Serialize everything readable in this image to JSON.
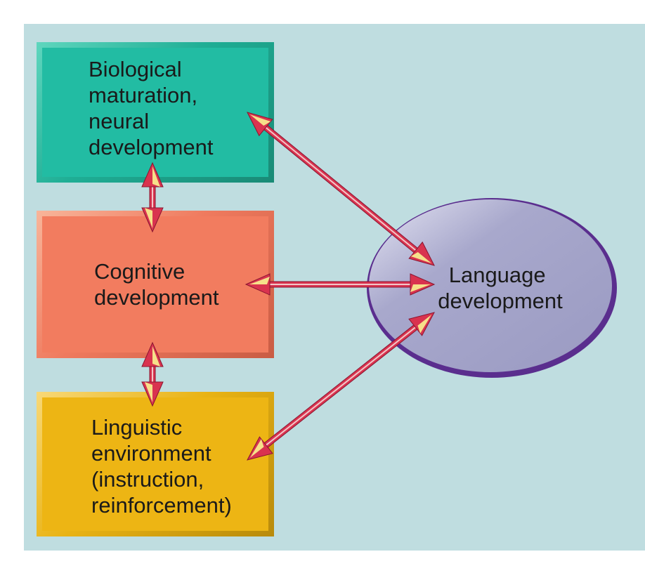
{
  "diagram": {
    "nodes": {
      "biological": {
        "label": "Biological\nmaturation,\nneural\ndevelopment",
        "color": "#22bca3"
      },
      "cognitive": {
        "label": "Cognitive\ndevelopment",
        "color": "#f27c5f"
      },
      "linguistic": {
        "label": "Linguistic\nenvironment\n(instruction,\nreinforcement)",
        "color": "#edb514"
      },
      "language": {
        "label": "Language\ndevelopment",
        "color": "#a5a5c9"
      }
    },
    "edges": [
      {
        "from": "biological",
        "to": "cognitive",
        "direction": "both"
      },
      {
        "from": "cognitive",
        "to": "linguistic",
        "direction": "both"
      },
      {
        "from": "biological",
        "to": "language",
        "direction": "both"
      },
      {
        "from": "cognitive",
        "to": "language",
        "direction": "both"
      },
      {
        "from": "linguistic",
        "to": "language",
        "direction": "both"
      }
    ],
    "colors": {
      "background": "#bfdde0",
      "arrow_body": "#d9334f",
      "arrow_highlight": "#f6e08a"
    }
  }
}
